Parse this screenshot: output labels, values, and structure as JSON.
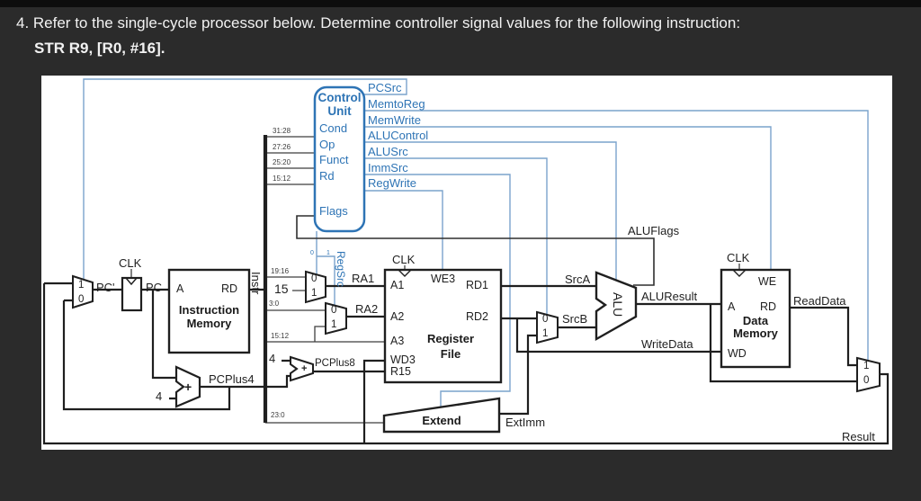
{
  "header": {
    "line1": "4. Refer to the single-cycle processor below. Determine controller signal values for the following instruction:",
    "line2": "STR R9, [R0, #16]."
  },
  "control_unit": {
    "title_line1": "Control",
    "title_line2": "Unit",
    "inputs": [
      "Cond",
      "Op",
      "Funct",
      "Rd"
    ],
    "flags_label": "Flags",
    "input_bits": [
      "31:28",
      "27:26",
      "25:20",
      "15:12"
    ],
    "outputs": [
      "PCSrc",
      "MemtoReg",
      "MemWrite",
      "ALUControl",
      "ALUSrc",
      "ImmSrc",
      "RegWrite"
    ],
    "regsrc_label": "RegSrc",
    "regsrc_bit0": "0",
    "regsrc_bit1": "1"
  },
  "blocks": {
    "instruction_memory": {
      "title_line1": "Instruction",
      "title_line2": "Memory",
      "port_a": "A",
      "port_rd": "RD"
    },
    "register_file": {
      "title_line1": "Register",
      "title_line2": "File",
      "port_we3": "WE3",
      "port_a1": "A1",
      "port_a2": "A2",
      "port_a3": "A3",
      "port_wd3": "WD3",
      "port_r15": "R15",
      "port_rd1": "RD1",
      "port_rd2": "RD2"
    },
    "data_memory": {
      "title_line1": "Data",
      "title_line2": "Memory",
      "port_we": "WE",
      "port_a": "A",
      "port_rd": "RD",
      "port_wd": "WD"
    },
    "extend": {
      "title": "Extend"
    },
    "alu": {
      "title": "ALU"
    }
  },
  "signals": {
    "clk": "CLK",
    "pc_prime": "PC'",
    "pc": "PC",
    "instr": "Instr",
    "ra1": "RA1",
    "ra2": "RA2",
    "srca": "SrcA",
    "srcb": "SrcB",
    "alu_result": "ALUResult",
    "write_data": "WriteData",
    "read_data": "ReadData",
    "alu_flags": "ALUFlags",
    "pc_plus4": "PCPlus4",
    "pc_plus8": "PCPlus8",
    "ext_imm": "ExtImm",
    "result": "Result"
  },
  "bus_taps": {
    "b19_16": "19:16",
    "const15": "15",
    "b3_0": "3:0",
    "b15_12": "15:12",
    "b23_0": "23:0"
  },
  "misc": {
    "four": "4",
    "plus": "+",
    "zero": "0",
    "one": "1"
  },
  "colors": {
    "blue_text": "#2e74b5",
    "blue_wire": "#7aa3cc",
    "wire_black": "#1f1f1f",
    "panel": "#ffffff",
    "background": "#2b2b2b"
  }
}
